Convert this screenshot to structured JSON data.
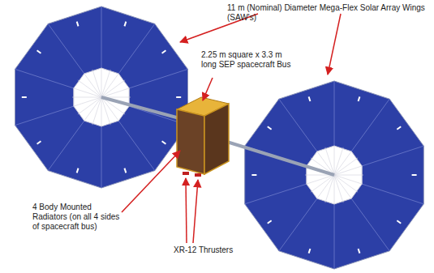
{
  "diagram": {
    "labels": [
      "11 m (Nominal) Diameter Mega-Flex Solar Array Wings (SAW's)",
      "2.25 m square x 3.3 m long SEP spacecraft Bus",
      "4 Body Mounted Radiators (on all 4 sides of spacecraft bus)",
      "XR-12 Thrusters"
    ]
  }
}
